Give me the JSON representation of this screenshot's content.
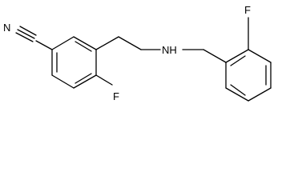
{
  "molecule": {
    "atoms": {
      "nitrile_n": "N",
      "amine_nh": "NH",
      "fluoro_left": "F",
      "fluoro_right": "F"
    }
  }
}
